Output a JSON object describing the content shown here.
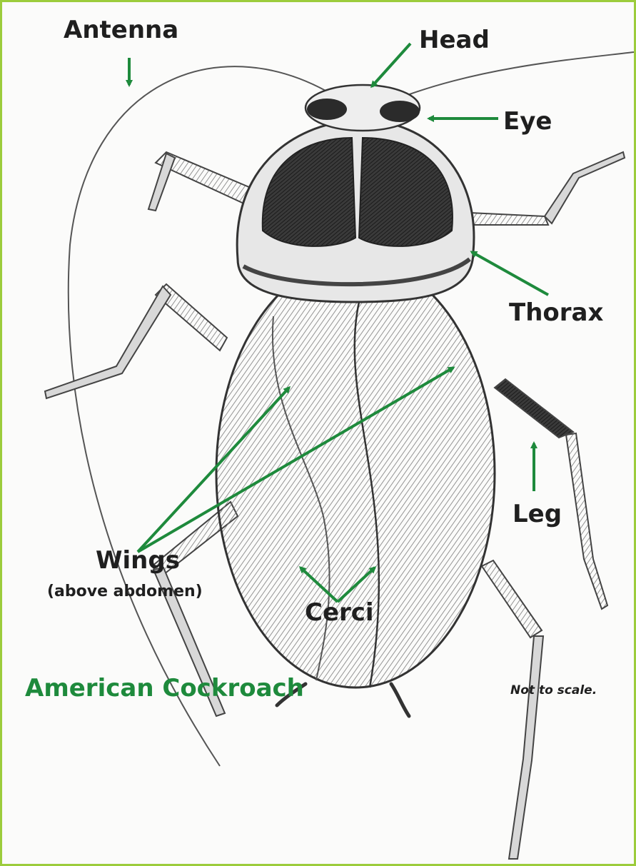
{
  "labels": {
    "antenna": "Antenna",
    "head": "Head",
    "eye": "Eye",
    "thorax": "Thorax",
    "leg": "Leg",
    "wings": "Wings",
    "wings_note": "(above abdomen)",
    "cerci": "Cerci"
  },
  "title": "American Cockroach",
  "note": "Not to scale.",
  "colors": {
    "border": "#9ccc3c",
    "arrow": "#1e8a3c",
    "title": "#1e8a3c",
    "sketch": "#3a3a3a"
  }
}
